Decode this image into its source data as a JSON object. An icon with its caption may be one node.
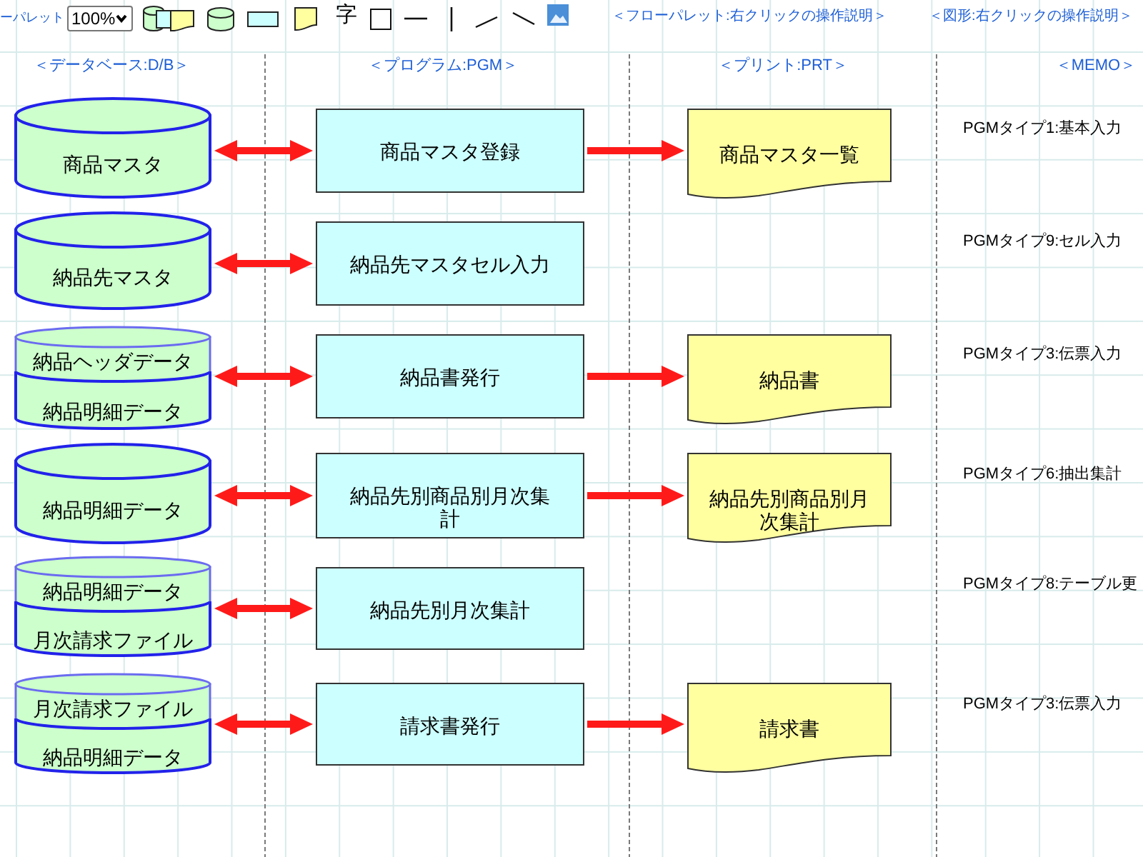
{
  "diagram": {
    "nodes": [
      {
        "text": [
          "商品マスタ"
        ]
      },
      {
        "text": [
          "商品マスタ登録"
        ]
      },
      {
        "text": [
          "商品マスタ一覧"
        ]
      },
      {
        "text": [
          "納品先マスタ"
        ]
      },
      {
        "text": [
          "納品先マスタセル入力"
        ]
      },
      {
        "text": [
          "納品ヘッダデータ"
        ]
      },
      {
        "text": [
          "納品明細データ"
        ]
      },
      {
        "text": [
          "納品書発行"
        ]
      },
      {
        "text": [
          "納品書"
        ]
      },
      {
        "text": [
          "納品明細データ"
        ]
      },
      {
        "text": [
          "納品先別商品別月次集計"
        ]
      },
      {
        "text": [
          "納品先別商品別月次集計"
        ]
      },
      {
        "text": [
          "納品明細データ"
        ]
      },
      {
        "text": [
          "月次請求ファイル"
        ]
      },
      {
        "text": [
          "納品先別月次集計"
        ]
      },
      {
        "text": [
          "月次請求ファイル"
        ]
      },
      {
        "text": [
          "納品明細データ"
        ]
      },
      {
        "text": [
          "請求書発行"
        ]
      },
      {
        "text": [
          "請求書"
        ]
      }
    ],
    "edges": [
      {
        "from": 0,
        "to": 1,
        "arrow": "both"
      },
      {
        "from": 1,
        "to": 2,
        "arrow": "to"
      },
      {
        "from": 3,
        "to": 4,
        "arrow": "both"
      },
      {
        "from": 5,
        "to": 7,
        "arrow": "both"
      },
      {
        "from": 6,
        "to": 7,
        "arrow": "both"
      },
      {
        "from": 7,
        "to": 8,
        "arrow": "to"
      },
      {
        "from": 9,
        "to": 10,
        "arrow": "both"
      },
      {
        "from": 10,
        "to": 11,
        "arrow": "to"
      },
      {
        "from": 12,
        "to": 14,
        "arrow": "both"
      },
      {
        "from": 13,
        "to": 14,
        "arrow": "both"
      },
      {
        "from": 15,
        "to": 17,
        "arrow": "both"
      },
      {
        "from": 16,
        "to": 17,
        "arrow": "both"
      },
      {
        "from": 17,
        "to": 18,
        "arrow": "to"
      }
    ],
    "labels": [
      "ーパレット",
      "100%",
      "字",
      "＜フローパレット:右クリックの操作説明＞",
      "＜図形:右クリックの操作説明＞",
      "＜データベース:D/B＞",
      "＜プログラム:PGM＞",
      "＜プリント:PRT＞",
      "＜MEMO＞",
      "PGMタイプ1:基本入力",
      "PGMタイプ9:セル入力",
      "PGMタイプ3:伝票入力",
      "PGMタイプ6:抽出集計",
      "PGMタイプ8:テーブル更",
      "PGMタイプ3:伝票入力"
    ]
  }
}
